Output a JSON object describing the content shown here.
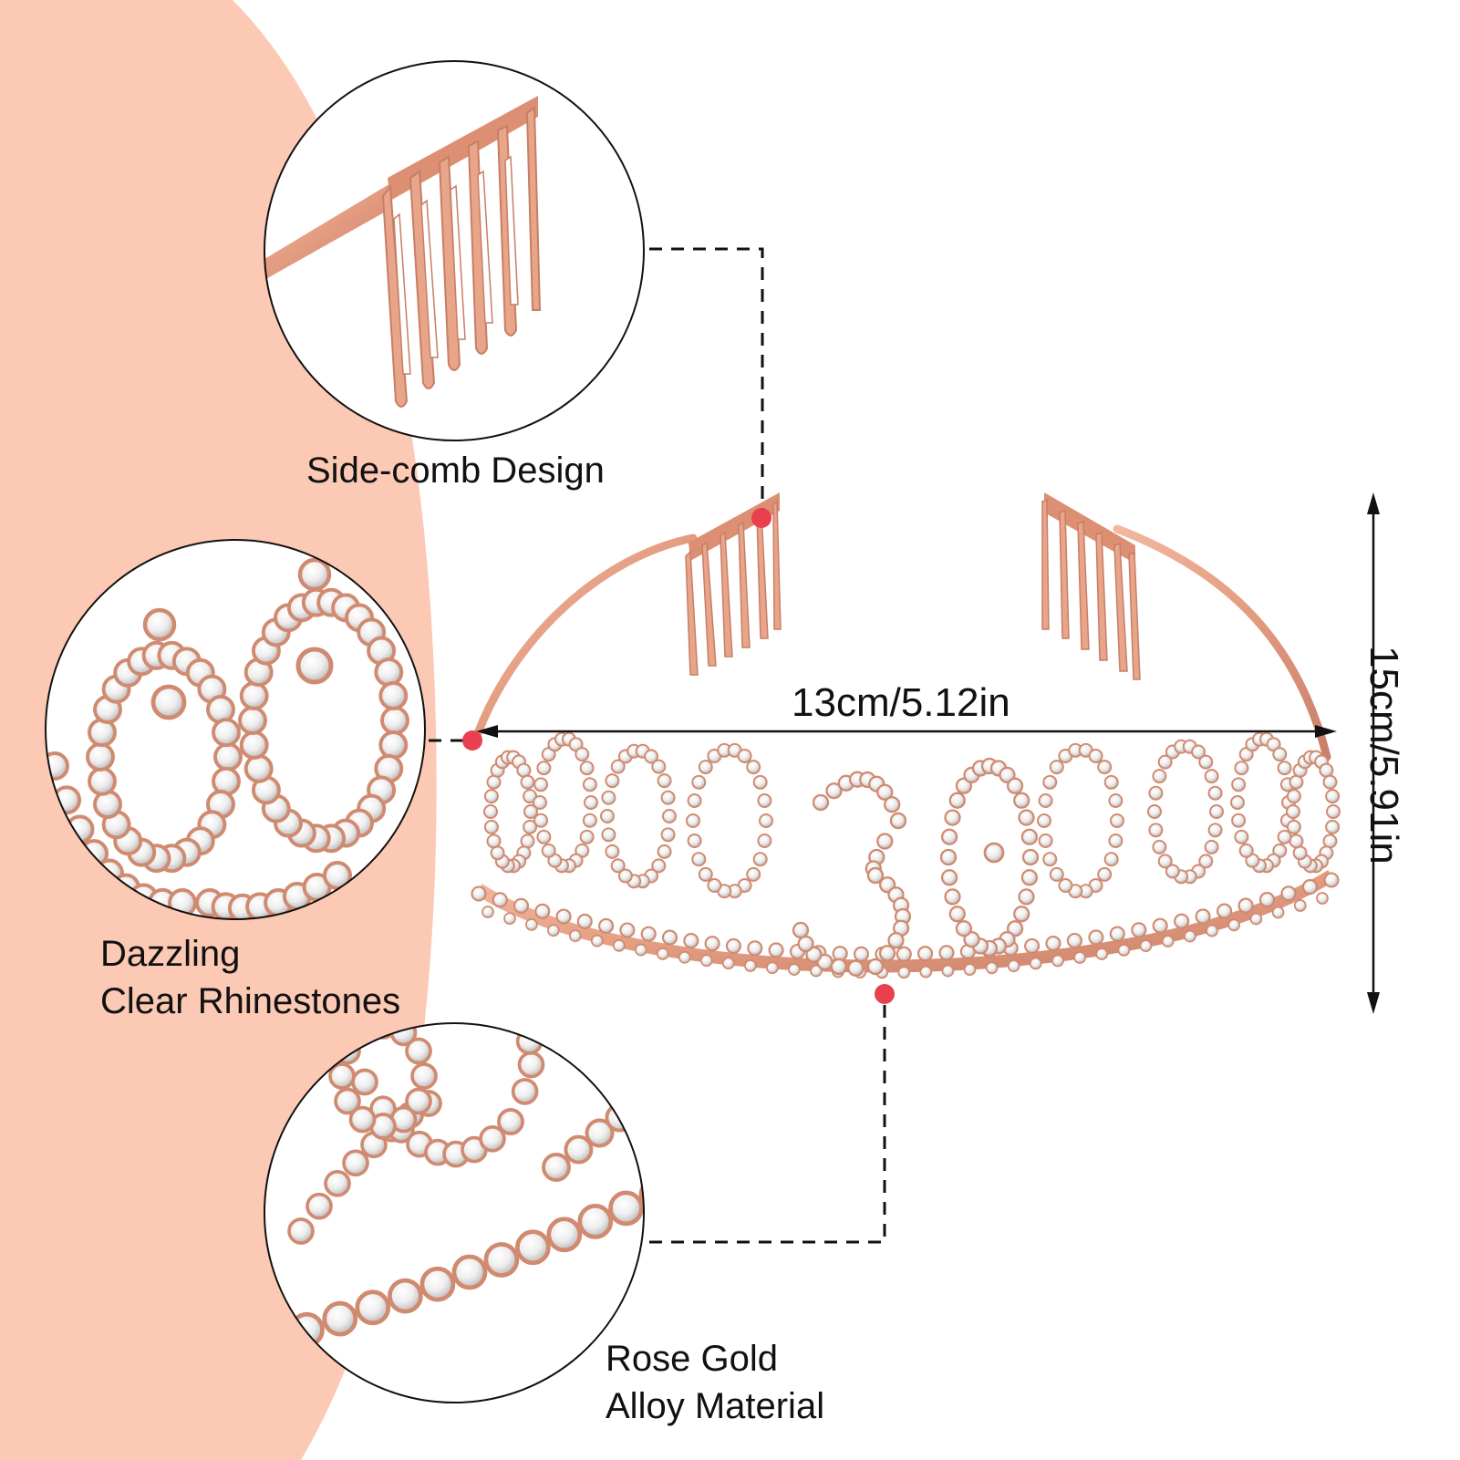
{
  "callouts": {
    "side_comb": {
      "title": "Side-comb Design"
    },
    "rhinestones": {
      "line1": "Dazzling",
      "line2": "Clear Rhinestones"
    },
    "material": {
      "line1": "Rose Gold",
      "line2": "Alloy Material"
    }
  },
  "dimensions": {
    "width": "13cm/5.12in",
    "height": "15cm/5.91in"
  },
  "tiara": {
    "number": "30"
  },
  "colors": {
    "background_shape": "#fcc9b4",
    "rose_gold": "#e8a489",
    "rose_gold_dark": "#c77e66",
    "marker": "#e8404f",
    "line": "#111111"
  }
}
